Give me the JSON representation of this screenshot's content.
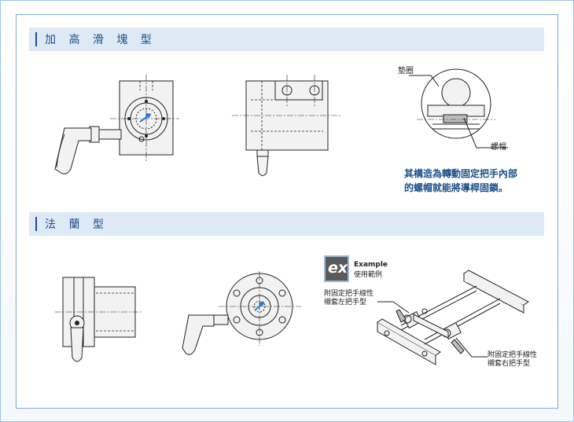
{
  "sections": {
    "block": {
      "title": "加 高 滑 塊 型"
    },
    "flange": {
      "title": "法 蘭 型"
    }
  },
  "callouts": {
    "washer": "墊圈",
    "nut": "螺帽"
  },
  "note": {
    "line1": "其構造為轉動固定把手內部",
    "line2": "的螺帽就能將導桿固鎖。"
  },
  "example": {
    "badge": "ex",
    "title_en": "Example",
    "title_zh": "使用範例",
    "left_caption_line1": "附固定把手線性",
    "left_caption_line2": "襯套左把手型",
    "right_caption_line1": "附固定把手線性",
    "right_caption_line2": "襯套右把手型"
  },
  "colors": {
    "accent": "#1a4f8a",
    "band": "#dde9f5",
    "border": "#7fa9d1"
  }
}
